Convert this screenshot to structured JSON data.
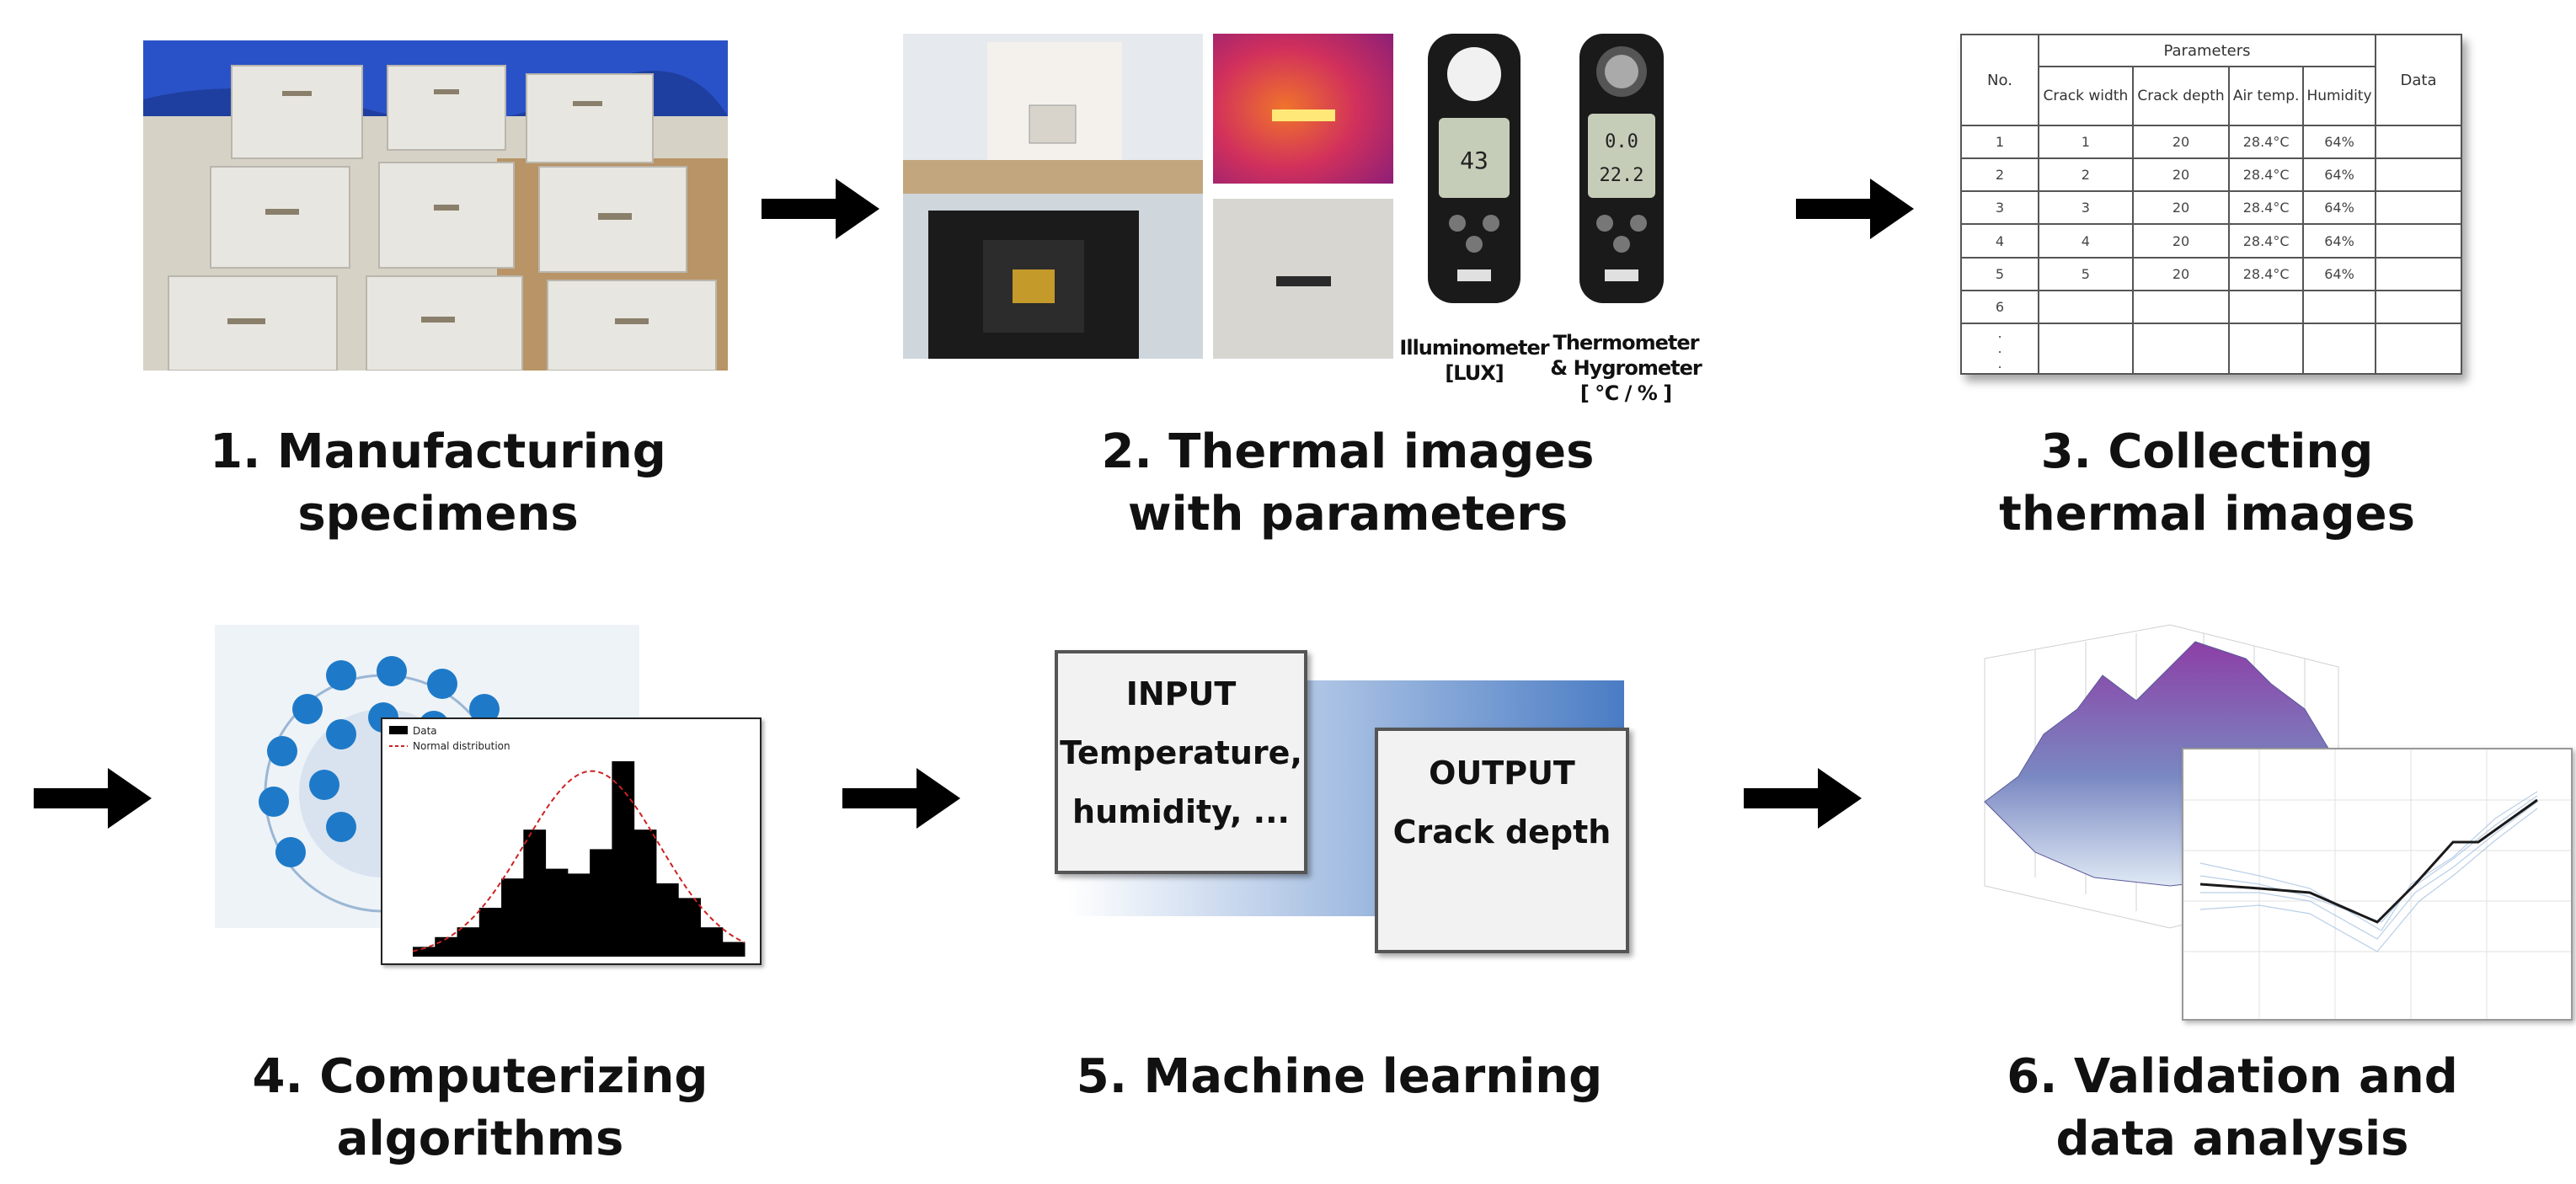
{
  "steps": [
    {
      "num": "1.",
      "line1": "1. Manufacturing",
      "line2": "specimens"
    },
    {
      "line1": "2. Thermal images",
      "line2": "with parameters"
    },
    {
      "line1": "3. Collecting",
      "line2": "thermal images"
    },
    {
      "line1": "4. Computerizing",
      "line2": "algorithms"
    },
    {
      "line1": "5. Machine learning"
    },
    {
      "line1": "6. Validation and",
      "line2": "data analysis"
    }
  ],
  "devices": {
    "illuminometer_line1": "Illuminometer",
    "illuminometer_line2": "[LUX]",
    "thermo_line1": "Thermometer",
    "thermo_line2": "& Hygrometer",
    "thermo_line3": "[ ℃ / % ]",
    "illum_display": "43",
    "thermo_display1": "0.0",
    "thermo_display2": "22.2"
  },
  "table": {
    "no_header": "No.",
    "parameters_header": "Parameters",
    "data_header": "Data",
    "columns": [
      "Crack width",
      "Crack depth",
      "Air temp.",
      "Humidity"
    ],
    "rows": [
      [
        "1",
        "1",
        "20",
        "28.4°C",
        "64%"
      ],
      [
        "2",
        "2",
        "20",
        "28.4°C",
        "64%"
      ],
      [
        "3",
        "3",
        "20",
        "28.4°C",
        "64%"
      ],
      [
        "4",
        "4",
        "20",
        "28.4°C",
        "64%"
      ],
      [
        "5",
        "5",
        "20",
        "28.4°C",
        "64%"
      ],
      [
        "6",
        "",
        "",
        "",
        ""
      ],
      [
        ".",
        "",
        "",
        "",
        ""
      ],
      [
        ".",
        "",
        "",
        "",
        ""
      ],
      [
        ".",
        "",
        "",
        "",
        ""
      ]
    ]
  },
  "histogram": {
    "legend_data": "Data",
    "legend_normal": "Normal distribution",
    "bars": [
      2,
      4,
      6,
      10,
      16,
      26,
      18,
      17,
      22,
      40,
      26,
      15,
      12,
      6,
      3
    ]
  },
  "ml": {
    "input_title": "INPUT",
    "input_line1": "Temperature,",
    "input_line2": "humidity, ...",
    "output_title": "OUTPUT",
    "output_line1": "Crack depth"
  },
  "colors": {
    "arrow": "#000000",
    "ml_gradient_start": "#ffffff",
    "ml_gradient_end": "#4a7cc4",
    "surface_top": "#8c3fa6",
    "surface_bottom": "#dfe9f5",
    "normal_curve": "#cc2222"
  }
}
